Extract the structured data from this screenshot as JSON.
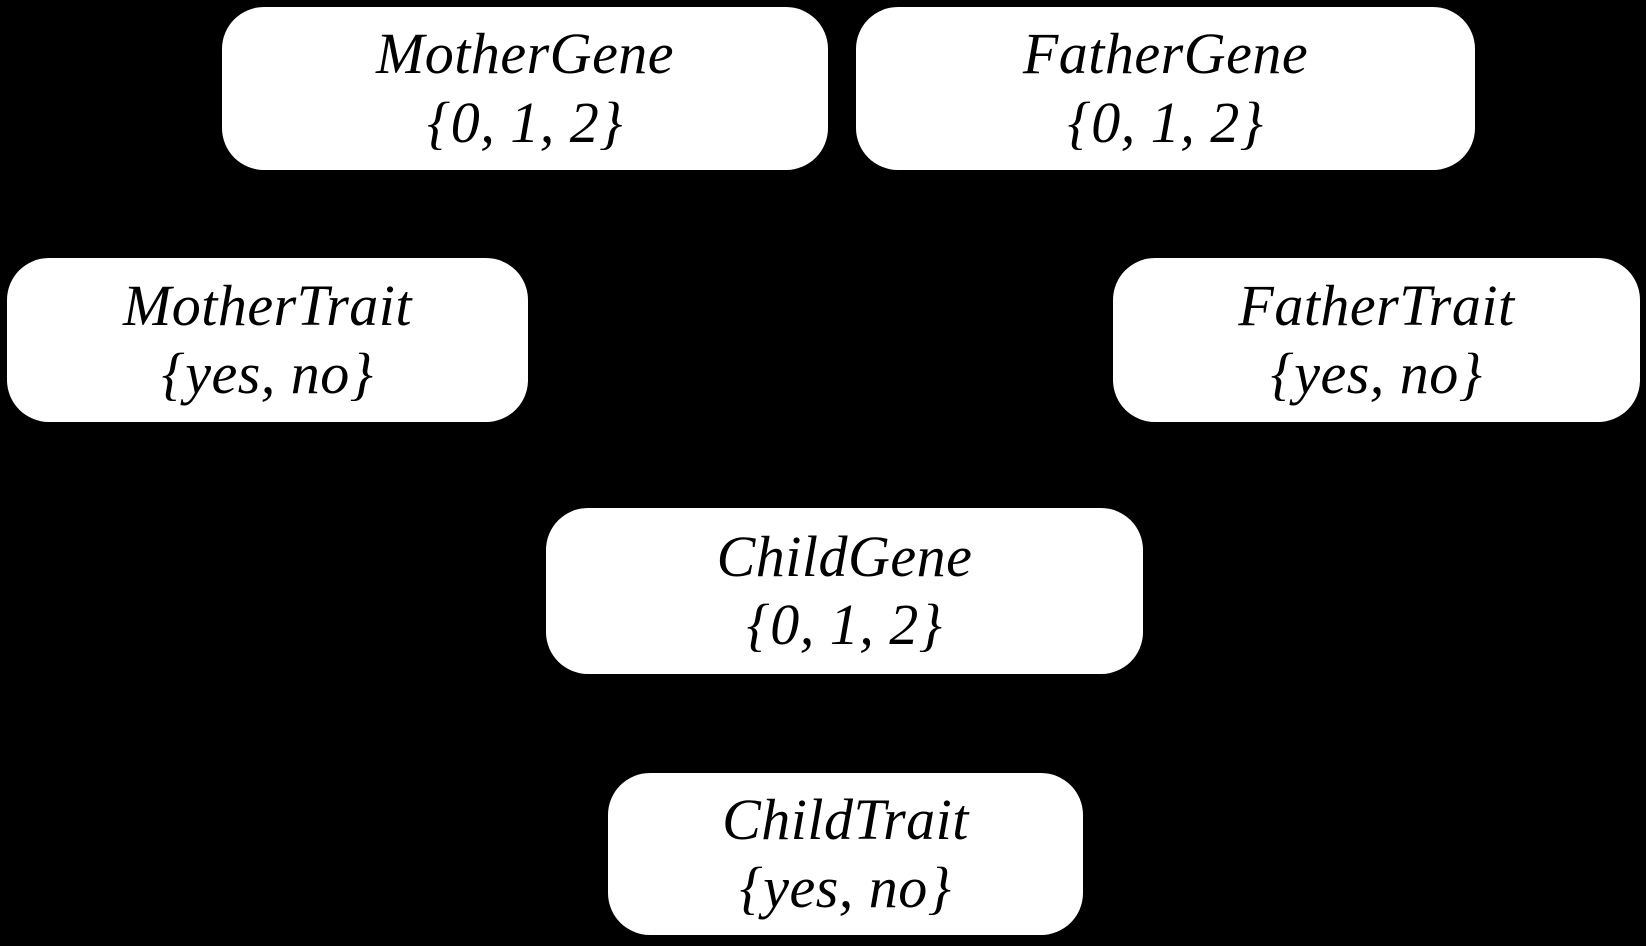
{
  "diagram": {
    "type": "bayesian-network",
    "background_color": "#000000",
    "node_fill_color": "#ffffff",
    "node_text_color": "#000000",
    "edges_visible": false,
    "nodes": [
      {
        "id": "mother-gene",
        "name": "MotherGene",
        "domain": "{0, 1, 2}"
      },
      {
        "id": "father-gene",
        "name": "FatherGene",
        "domain": "{0, 1, 2}"
      },
      {
        "id": "mother-trait",
        "name": "MotherTrait",
        "domain": "{yes, no}"
      },
      {
        "id": "father-trait",
        "name": "FatherTrait",
        "domain": "{yes, no}"
      },
      {
        "id": "child-gene",
        "name": "ChildGene",
        "domain": "{0, 1, 2}"
      },
      {
        "id": "child-trait",
        "name": "ChildTrait",
        "domain": "{yes, no}"
      }
    ]
  }
}
